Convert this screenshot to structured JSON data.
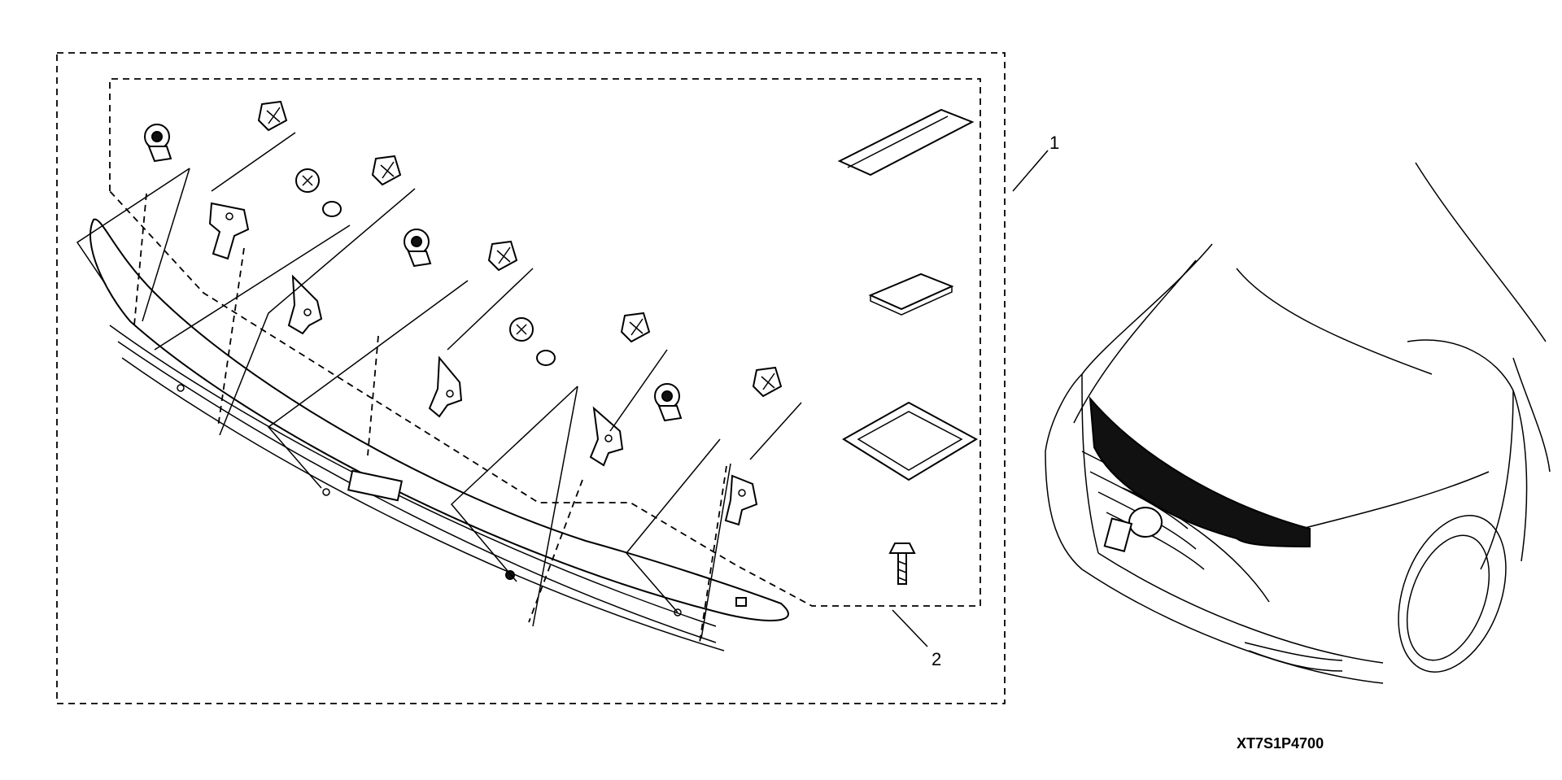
{
  "callouts": {
    "kit": "1",
    "hardware": "2"
  },
  "part_number": "XT7S1P4700",
  "colors": {
    "line": "#000000",
    "background": "#ffffff",
    "visor": "#111111"
  }
}
